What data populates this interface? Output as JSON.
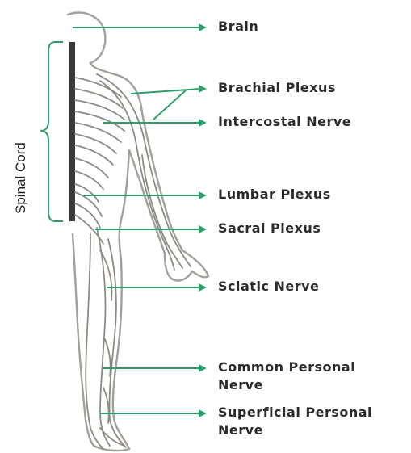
{
  "colors": {
    "arrow": "#2f9e6b",
    "bracket": "#2f9e6b",
    "nerve": "#8e8a83",
    "outline": "#a3a09a",
    "spine": "#3a3a3a",
    "label_text": "#2b2b2b"
  },
  "labels": {
    "brain": "Brain",
    "brachial_plexus": "Brachial Plexus",
    "intercostal_nerve": "Intercostal Nerve",
    "lumbar_plexus": "Lumbar Plexus",
    "sacral_plexus": "Sacral Plexus",
    "sciatic_nerve": "Sciatic Nerve",
    "common_personal_nerve_line1": "Common Personal",
    "common_personal_nerve_line2": "Nerve",
    "superficial_personal_nerve_line1": "Superficial Personal",
    "superficial_personal_nerve_line2": "Nerve"
  },
  "spinal_cord_label": "Spinal Cord"
}
